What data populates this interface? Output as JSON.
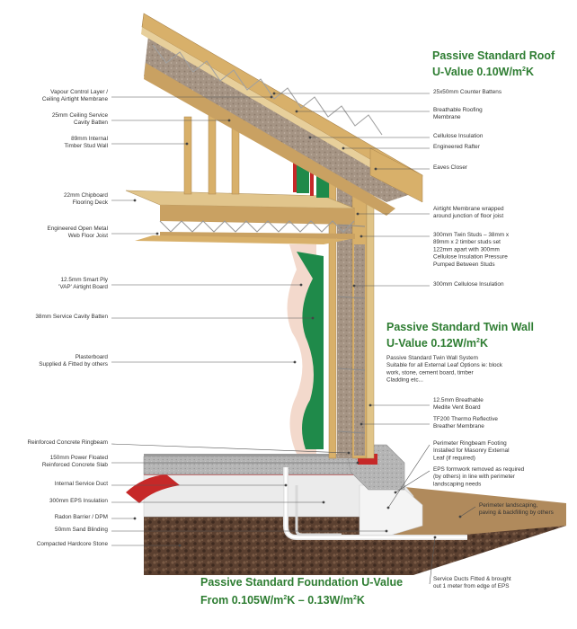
{
  "titles": {
    "roof": {
      "line1": "Passive Standard Roof",
      "line2": "U-Value 0.10W/m",
      "sup": "2",
      "unit": "K"
    },
    "wall": {
      "line1": "Passive Standard Twin Wall",
      "line2": "U-Value 0.12W/m",
      "sup": "2",
      "unit": "K"
    },
    "foundation": {
      "line1": "Passive Standard Foundation U-Value",
      "line2a": "From 0.105W/m",
      "sup1": "2",
      "line2b": "K – 0.13W/m",
      "sup2": "2",
      "unit": "K"
    }
  },
  "left_labels": [
    {
      "lines": [
        "Vapour Control Layer /",
        "Ceiling Airtight Membrane"
      ]
    },
    {
      "lines": [
        "25mm Ceiling Service",
        "Cavity Batten"
      ]
    },
    {
      "lines": [
        "89mm Internal",
        "Timber Stud Wall"
      ]
    },
    {
      "lines": [
        "22mm Chipboard",
        "Flooring Deck"
      ]
    },
    {
      "lines": [
        "Engineered Open Metal",
        "Web Floor Joist"
      ]
    },
    {
      "lines": [
        "12.5mm Smart Ply",
        "'VAP' Airtight Board"
      ]
    },
    {
      "lines": [
        "38mm Service Cavity Batten"
      ]
    },
    {
      "lines": [
        "Plasterboard",
        "Supplied & Fitted by others"
      ]
    },
    {
      "lines": [
        "Reinforced Concrete Ringbeam"
      ]
    },
    {
      "lines": [
        "150mm Power Floated",
        "Reinforced Concrete Slab"
      ]
    },
    {
      "lines": [
        "Internal Service Duct"
      ]
    },
    {
      "lines": [
        "300mm EPS Insulation"
      ]
    },
    {
      "lines": [
        "Radon Barrier / DPM"
      ]
    },
    {
      "lines": [
        "50mm Sand Blinding"
      ]
    },
    {
      "lines": [
        "Compacted Hardcore Stone"
      ]
    }
  ],
  "right_labels": [
    {
      "lines": [
        "25x50mm Counter Battens"
      ]
    },
    {
      "lines": [
        "Breathable Roofing",
        "Membrane"
      ]
    },
    {
      "lines": [
        "Cellulose Insulation"
      ]
    },
    {
      "lines": [
        "Engineered Rafter"
      ]
    },
    {
      "lines": [
        "Eaves Closer"
      ]
    },
    {
      "lines": [
        "Airtight Membrane wrapped",
        "around junction of floor joist"
      ]
    },
    {
      "lines": [
        "300mm Twin Studs – 38mm x",
        "89mm x 2 timber studs set",
        "122mm apart with 300mm",
        "Cellulose Insulation Pressure",
        "Pumped Between Studs"
      ]
    },
    {
      "lines": [
        "300mm Cellulose Insulation"
      ]
    },
    {
      "lines": [
        "12.5mm Breathable",
        "Medite Vent Board"
      ]
    },
    {
      "lines": [
        "TF200 Thermo Reflective",
        "Breather Membrane"
      ]
    },
    {
      "lines": [
        "Perimeter Ringbeam Footing",
        "Installed for Masonry External",
        "Leaf (if required)"
      ]
    },
    {
      "lines": [
        "EPS formwork removed as required",
        "(by others) in line with perimeter",
        "landscaping needs"
      ]
    },
    {
      "lines": [
        "Perimeter landscaping,",
        "paving & backfilling by others"
      ]
    },
    {
      "lines": [
        "Service Ducts Fitted & brought",
        "out 1 meter from edge of EPS"
      ]
    }
  ],
  "wall_description": {
    "lines": [
      "Passive Standard Twin Wall System",
      "Suitable for all External Leaf Options ie: block",
      "work, stone, cement board, timber",
      "Cladding etc..."
    ]
  },
  "colors": {
    "title_green": "#2e7d32",
    "timber": "#d8b06a",
    "cellulose": "#a89a8a",
    "membrane_green": "#1f8a4a",
    "concrete": "#b8b8b8",
    "eps": "#ececec",
    "dpm_red": "#c62828",
    "sand": "#d9b883",
    "hardcore": "#5b4030"
  }
}
